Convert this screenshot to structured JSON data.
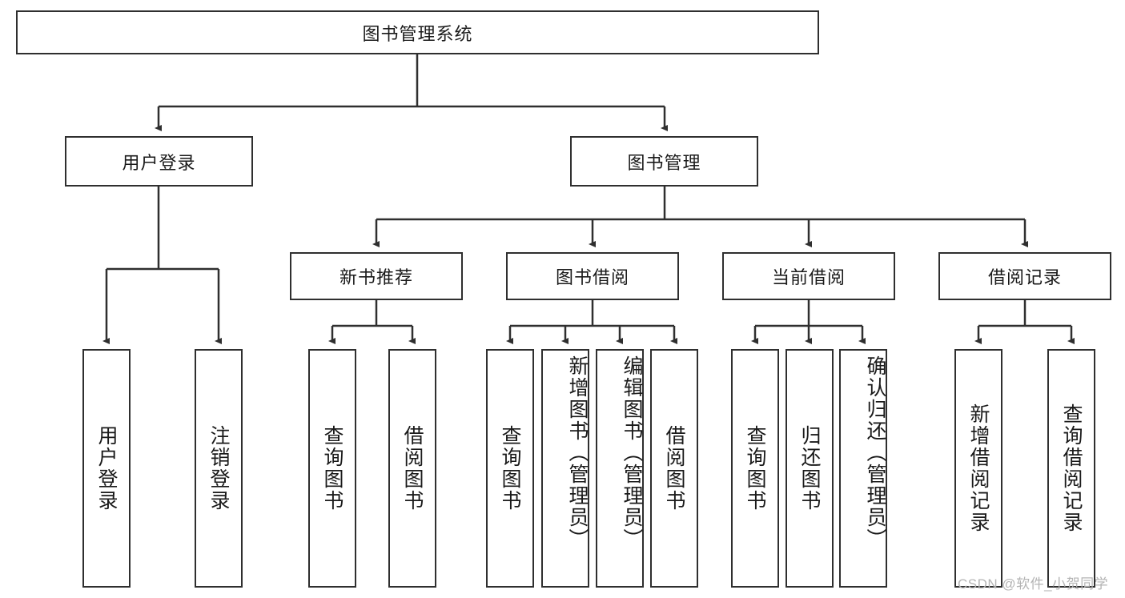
{
  "diagram": {
    "type": "tree-hierarchy-chart",
    "title": "图书管理系统",
    "root": {
      "label": "图书管理系统"
    },
    "level2": [
      {
        "label": "用户登录"
      },
      {
        "label": "图书管理"
      }
    ],
    "level3": [
      {
        "label": "新书推荐"
      },
      {
        "label": "图书借阅"
      },
      {
        "label": "当前借阅"
      },
      {
        "label": "借阅记录"
      }
    ],
    "leaves": {
      "user_login": [
        {
          "label": "用户登录"
        },
        {
          "label": "注销登录"
        }
      ],
      "new_book_recommend": [
        {
          "label": "查询图书"
        },
        {
          "label": "借阅图书"
        }
      ],
      "book_borrow": [
        {
          "label": "查询图书"
        },
        {
          "label": "新增图书（管理员）"
        },
        {
          "label": "编辑图书（管理员）"
        },
        {
          "label": "借阅图书"
        }
      ],
      "current_borrow": [
        {
          "label": "查询图书"
        },
        {
          "label": "归还图书"
        },
        {
          "label": "确认归还（管理员）"
        }
      ],
      "borrow_record": [
        {
          "label": "新增借阅记录"
        },
        {
          "label": "查询借阅记录"
        }
      ]
    }
  },
  "watermark": {
    "text": "CSDN @软件_小贺同学"
  },
  "colors": {
    "stroke": "#2f2f2f",
    "background": "#ffffff",
    "text": "#1a1a1a",
    "watermark": "#b4b4b4"
  }
}
